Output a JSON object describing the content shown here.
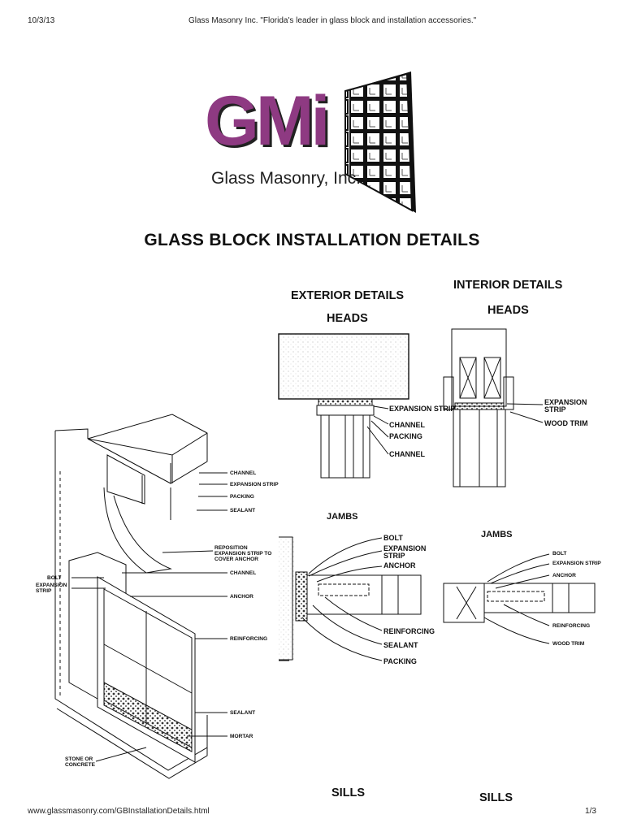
{
  "header": {
    "date": "10/3/13",
    "page_title": "Glass Masonry Inc. \"Florida's leader in glass block and installation accessories.\""
  },
  "logo": {
    "letters": "GMi",
    "company": "Glass Masonry, Inc."
  },
  "title": "GLASS BLOCK INSTALLATION DETAILS",
  "exterior": {
    "heading": "EXTERIOR DETAILS",
    "heads_heading": "HEADS",
    "heads_labels": [
      "EXPANSION STRIP",
      "CHANNEL",
      "PACKING",
      "CHANNEL"
    ],
    "jambs_heading": "JAMBS",
    "jambs_labels": [
      "BOLT",
      "EXPANSION STRIP",
      "ANCHOR",
      "REINFORCING",
      "SEALANT",
      "PACKING"
    ],
    "sills_heading": "SILLS"
  },
  "interior": {
    "heading": "INTERIOR DETAILS",
    "heads_heading": "HEADS",
    "heads_labels": [
      "EXPANSION STRIP",
      "WOOD TRIM"
    ],
    "jambs_heading": "JAMBS",
    "jambs_labels": [
      "BOLT",
      "EXPANSION STRIP",
      "ANCHOR",
      "REINFORCING",
      "WOOD TRIM"
    ],
    "sills_heading": "SILLS"
  },
  "isometric": {
    "labels": [
      "CHANNEL",
      "EXPANSION STRIP",
      "PACKING",
      "SEALANT",
      "REPOSITION EXPANSION STRIP TO COVER ANCHOR",
      "CHANNEL",
      "BOLT",
      "EXPANSION STRIP",
      "ANCHOR",
      "REINFORCING",
      "SEALANT",
      "MORTAR",
      "STONE OR CONCRETE"
    ]
  },
  "footer": {
    "url": "www.glassmasonry.com/GBInstallationDetails.html",
    "page": "1/3"
  },
  "colors": {
    "logo_purple": "#8e3a82",
    "ink": "#111111"
  }
}
